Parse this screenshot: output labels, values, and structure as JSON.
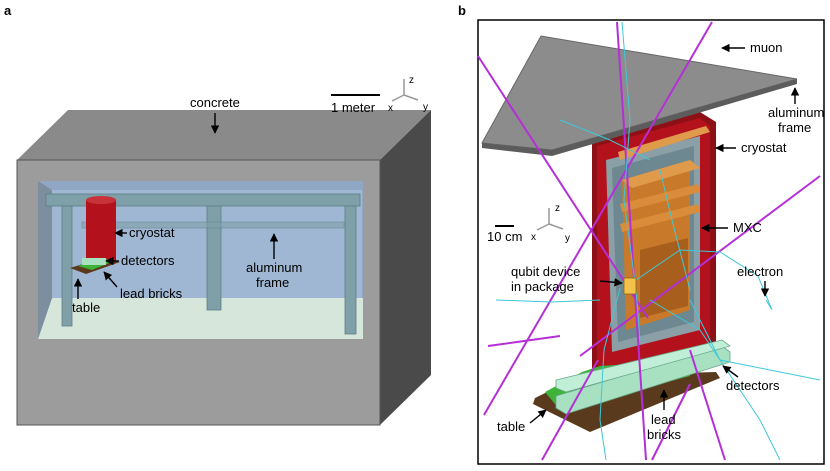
{
  "panel_a": {
    "letter": "a",
    "labels": {
      "concrete": "concrete",
      "cryostat": "cryostat",
      "detectors": "detectors",
      "aluminum_frame_1": "aluminum",
      "aluminum_frame_2": "frame",
      "lead_bricks": "lead bricks",
      "table": "table"
    },
    "scale": {
      "text": "1 meter"
    },
    "axes": {
      "x": "x",
      "y": "y",
      "z": "z"
    }
  },
  "panel_b": {
    "letter": "b",
    "labels": {
      "muon": "muon",
      "aluminum_frame_1": "aluminum",
      "aluminum_frame_2": "frame",
      "cryostat": "cryostat",
      "mxc": "MXC",
      "electron": "electron",
      "qubit_1": "qubit device",
      "qubit_2": "in package",
      "detectors": "detectors",
      "lead_1": "lead",
      "lead_2": "bricks",
      "table": "table"
    },
    "scale": {
      "text": "10 cm"
    },
    "axes": {
      "x": "x",
      "y": "y",
      "z": "z"
    }
  },
  "colors": {
    "concrete_top": "#8a8a8a",
    "concrete_front": "#9c9c9c",
    "concrete_side": "#4a4a4a",
    "interior": "#8fa6c4",
    "floor": "#d7e6da",
    "frame": "#7fa0a8",
    "cryostat": "#b3121c",
    "copper": "#c87a2a",
    "detector": "#a8e0c2",
    "lead": "#3db33a",
    "table": "#5a3a1c",
    "muon": "#b52fd8",
    "electron": "#3fc8d8"
  }
}
